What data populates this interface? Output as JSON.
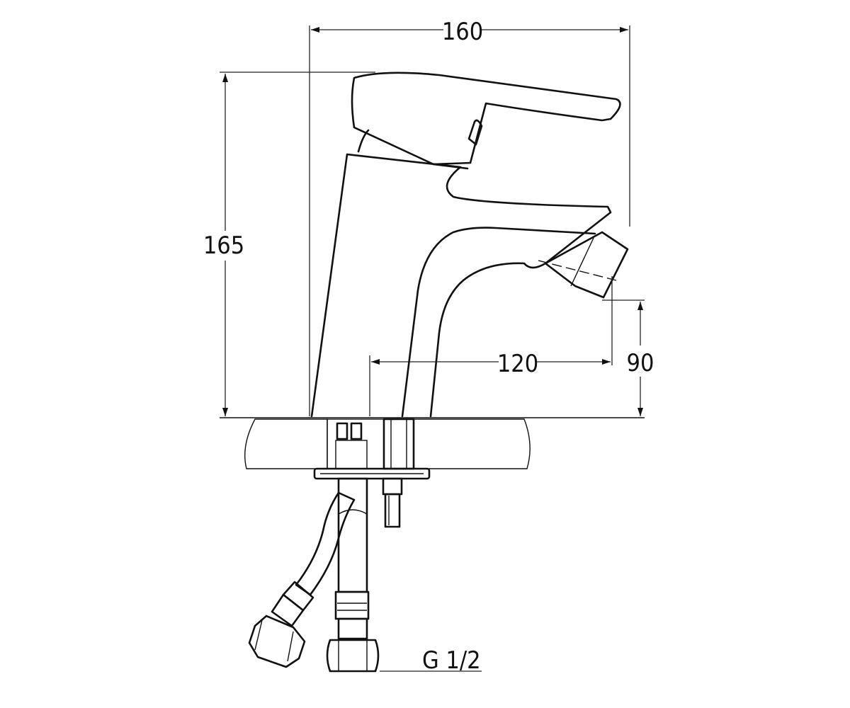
{
  "dimensions": {
    "width": "160",
    "height": "165",
    "spout_reach": "120",
    "spout_height": "90"
  },
  "connection_label": "G 1/2"
}
